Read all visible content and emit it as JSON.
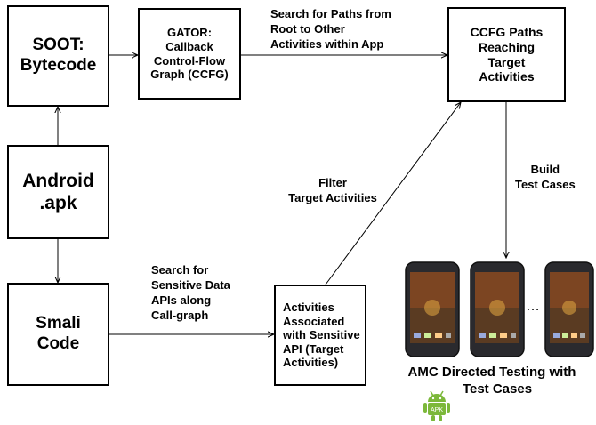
{
  "nodes": {
    "soot": "SOOT:\nBytecode",
    "gator": "GATOR:\nCallback\nControl-Flow\nGraph (CCFG)",
    "ccfg_paths": "CCFG Paths\nReaching\nTarget\nActivities",
    "android_apk": "Android\n.apk",
    "smali": "Smali\nCode",
    "activities": "Activities\nAssociated\nwith Sensitive\nAPI (Target\nActivities)"
  },
  "edges": {
    "search_paths": "Search for Paths from\nRoot to Other\nActivities within App",
    "filter": "Filter\nTarget Activities",
    "search_sensitive": "Search for\nSensitive Data\nAPIs along\nCall-graph",
    "build": "Build\nTest Cases"
  },
  "phones": {
    "ellipsis": "…"
  },
  "caption": {
    "line1": "AMC Directed Testing with",
    "line2": "Test Cases"
  },
  "apk_icon_text": "APK"
}
